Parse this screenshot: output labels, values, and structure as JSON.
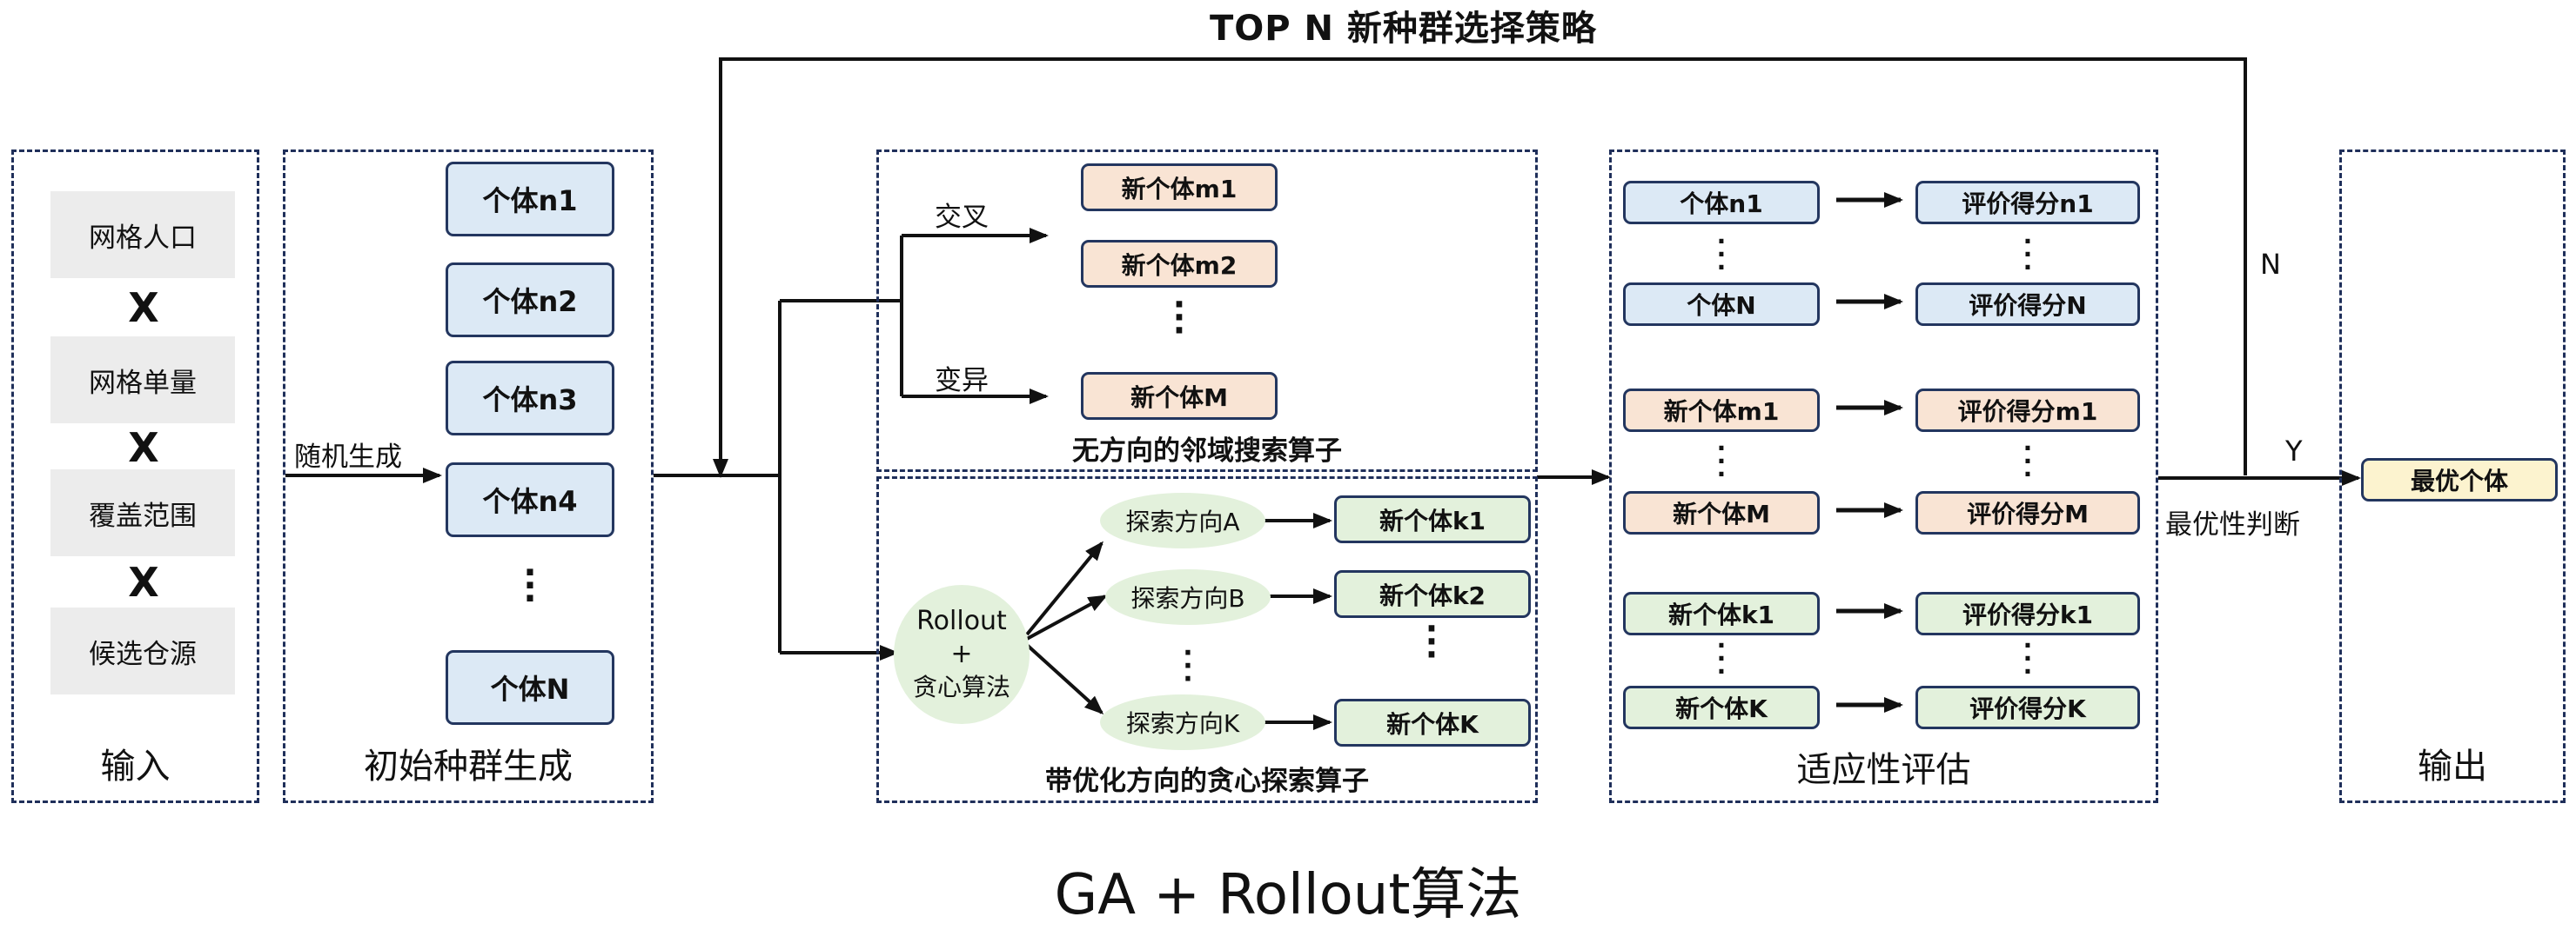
{
  "title": "GA + Rollout算法",
  "top_loop": "TOP N 新种群选择策略",
  "input": {
    "label": "输入",
    "items": [
      "网格人口",
      "网格单量",
      "覆盖范围",
      "候选仓源"
    ],
    "operator": "X"
  },
  "init": {
    "label": "初始种群生成",
    "edge": "随机生成",
    "items": [
      "个体n1",
      "个体n2",
      "个体n3",
      "个体n4",
      "个体N"
    ]
  },
  "neighborhood": {
    "label": "无方向的邻域搜索算子",
    "crossover": "交叉",
    "mutation": "变异",
    "items": [
      "新个体m1",
      "新个体m2",
      "新个体M"
    ]
  },
  "greedy": {
    "label": "带优化方向的贪心探索算子",
    "source_line1": "Rollout",
    "source_line2": "+",
    "source_line3": "贪心算法",
    "directions": [
      "探索方向A",
      "探索方向B",
      "探索方向K"
    ],
    "items": [
      "新个体k1",
      "新个体k2",
      "新个体K"
    ]
  },
  "fitness": {
    "label": "适应性评估",
    "rows": [
      {
        "from": "个体n1",
        "to": "评价得分n1",
        "color": "blue"
      },
      {
        "from": "个体N",
        "to": "评价得分N",
        "color": "blue"
      },
      {
        "from": "新个体m1",
        "to": "评价得分m1",
        "color": "peach"
      },
      {
        "from": "新个体M",
        "to": "评价得分M",
        "color": "peach"
      },
      {
        "from": "新个体k1",
        "to": "评价得分k1",
        "color": "green"
      },
      {
        "from": "新个体K",
        "to": "评价得分K",
        "color": "green"
      }
    ]
  },
  "decision": {
    "label": "最优性判断",
    "no": "N",
    "yes": "Y"
  },
  "output": {
    "label": "输出",
    "item": "最优个体"
  },
  "colors": {
    "border": "#1f2f5a",
    "blue_box": "#dce9f5",
    "peach_box": "#f9e4d4",
    "green_box": "#e3f1dc",
    "yellow_box": "#fcf3cf",
    "gray_box": "#ececec"
  }
}
